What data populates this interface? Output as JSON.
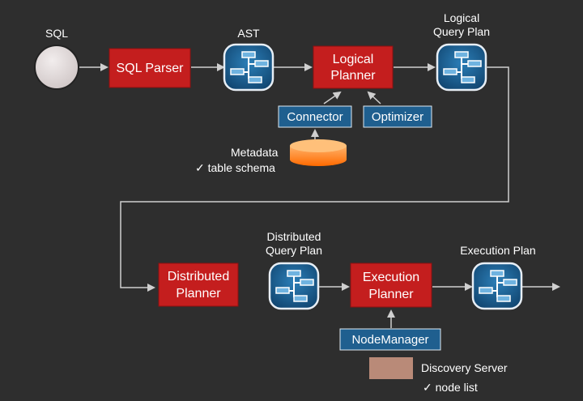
{
  "colors": {
    "background": "#2e2e2e",
    "red_box": "#c41e1e",
    "blue_box": "#1f5f8f",
    "arrow": "#cfcfcf",
    "metadata_cylinder": "#ff7a00",
    "discovery_server": "#b98a78",
    "input_circle": "#d8d0d0"
  },
  "labels": {
    "sql": "SQL",
    "ast": "AST",
    "logical_query_plan_1": "Logical",
    "logical_query_plan_2": "Query Plan",
    "distributed_query_plan_1": "Distributed",
    "distributed_query_plan_2": "Query Plan",
    "execution_plan": "Execution Plan",
    "metadata": "Metadata",
    "metadata_check": "✓ table schema",
    "discovery_server": "Discovery Server",
    "discovery_check": "✓ node list"
  },
  "boxes": {
    "sql_parser": "SQL Parser",
    "logical_planner_1": "Logical",
    "logical_planner_2": "Planner",
    "connector": "Connector",
    "optimizer": "Optimizer",
    "distributed_planner_1": "Distributed",
    "distributed_planner_2": "Planner",
    "execution_planner_1": "Execution",
    "execution_planner_2": "Planner",
    "node_manager": "NodeManager"
  },
  "icons": {
    "plan_node": "tree-diagram-icon",
    "input": "sql-input-circle-icon",
    "metadata": "database-cylinder-icon"
  }
}
